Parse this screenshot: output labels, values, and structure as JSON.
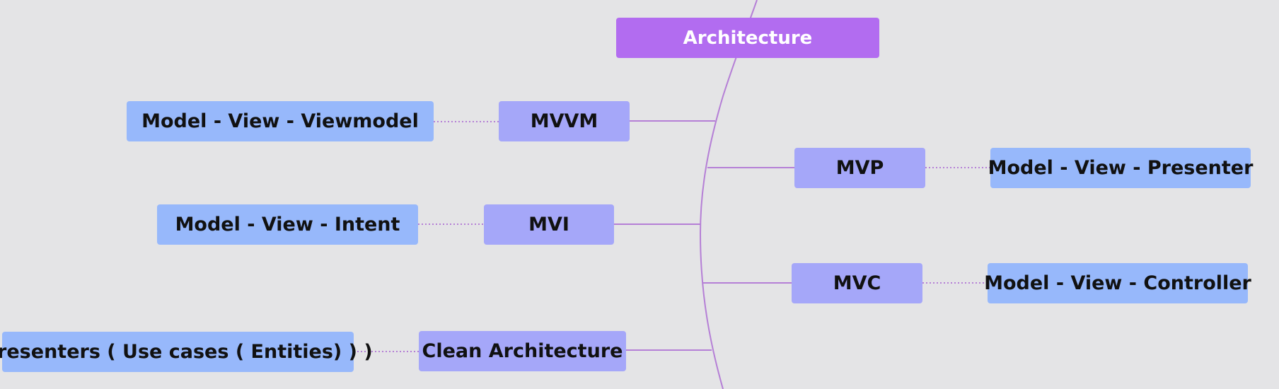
{
  "diagram": {
    "root": {
      "label": "Architecture"
    },
    "branches": [
      {
        "label": "MVVM",
        "detail": "Model - View - Viewmodel",
        "side": "left"
      },
      {
        "label": "MVP",
        "detail": "Model - View - Presenter",
        "side": "right"
      },
      {
        "label": "MVI",
        "detail": "Model - View - Intent",
        "side": "left"
      },
      {
        "label": "MVC",
        "detail": "Model - View - Controller",
        "side": "right"
      },
      {
        "label": "Clean Architecture",
        "detail": "Presenters ( Use cases ( Entities) ) )",
        "side": "left"
      }
    ],
    "colors": {
      "background": "#e4e4e6",
      "root": "#b26cf0",
      "branch": "#a5a7f9",
      "leaf": "#97b8fb",
      "connector": "#b57fd6"
    }
  }
}
